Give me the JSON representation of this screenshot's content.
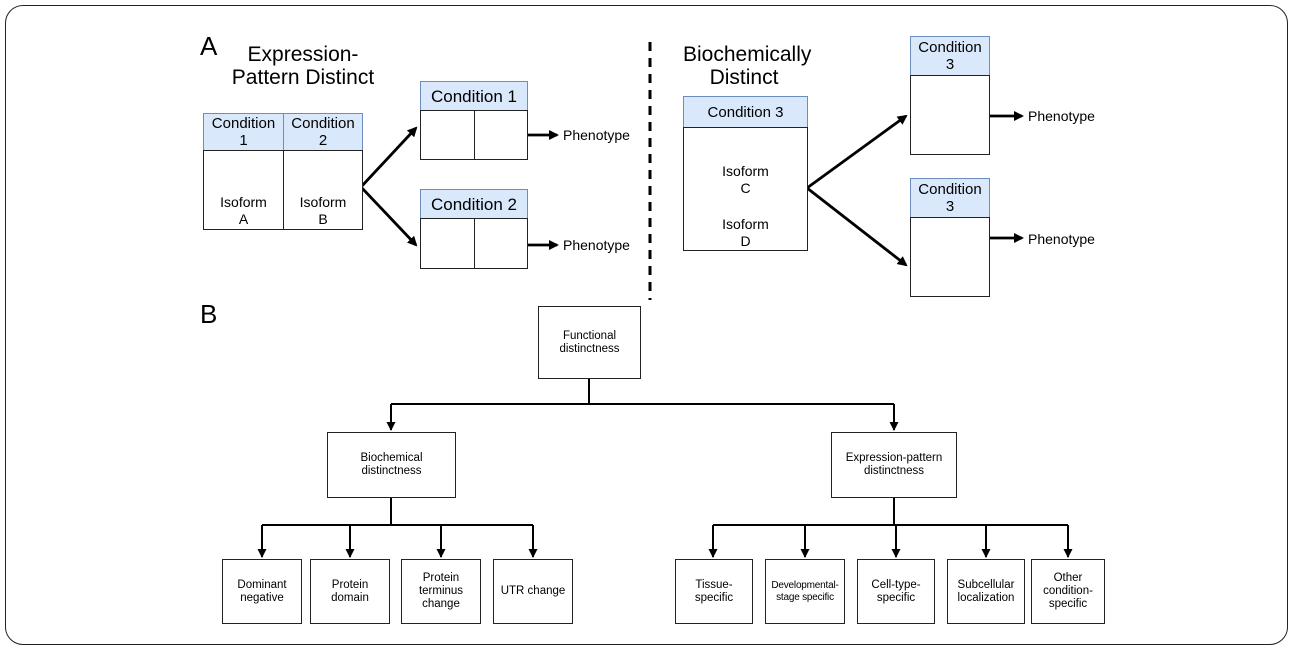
{
  "panel_a": {
    "letter": "A",
    "expression_title": "Expression-\nPattern Distinct",
    "biochem_title": "Biochemically\nDistinct",
    "condition_1_split": "Condition\n1",
    "condition_2_split": "Condition\n2",
    "condition_1": "Condition 1",
    "condition_2": "Condition 2",
    "condition_3": "Condition 3",
    "condition_3_split": "Condition\n3",
    "isoform_a": "Isoform\nA",
    "isoform_b": "Isoform\nB",
    "isoform_c": "Isoform\nC",
    "isoform_d": "Isoform\nD",
    "phenotype": "Phenotype",
    "colors": {
      "header_fill": "#dae8fc",
      "header_border": "#6c8ebf",
      "isoform_a": "#97d077",
      "isoform_b": "#cd7fa8",
      "isoform_c": "#fde9a9",
      "isoform_d": "#0000e6",
      "knockout": "#ff2a2a"
    }
  },
  "panel_b": {
    "letter": "B",
    "root": "Functional\ndistinctness",
    "biochemical": "Biochemical\ndistinctness",
    "expression": "Expression-pattern\ndistinctness",
    "biochemical_children": [
      "Dominant\nnegative",
      "Protein\ndomain",
      "Protein\nterminus\nchange",
      "UTR change"
    ],
    "expression_children": [
      "Tissue-\nspecific",
      "Developmental-\nstage specific",
      "Cell-type-\nspecific",
      "Subcellular\nlocalization",
      "Other\ncondition-\nspecific"
    ]
  }
}
